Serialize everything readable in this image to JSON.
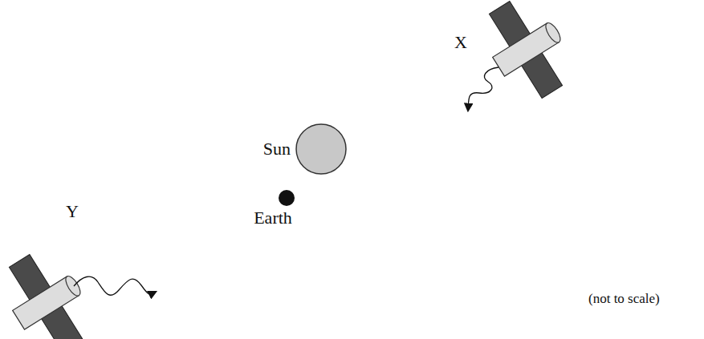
{
  "diagram": {
    "labels": [
      "X",
      "Sun",
      "Earth",
      "Y",
      "(not to scale)"
    ]
  }
}
